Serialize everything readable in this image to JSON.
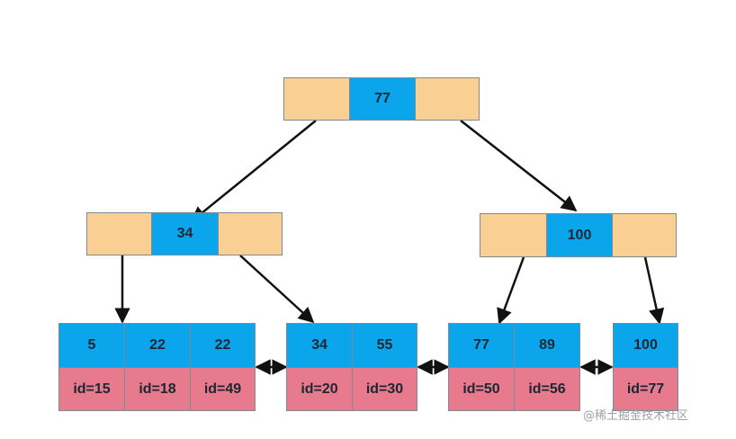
{
  "tree": {
    "root": {
      "key": "77"
    },
    "internal": [
      {
        "key": "34"
      },
      {
        "key": "100"
      }
    ],
    "leaves": [
      {
        "keys": [
          "5",
          "22",
          "22"
        ],
        "ids": [
          "id=15",
          "id=18",
          "id=49"
        ]
      },
      {
        "keys": [
          "34",
          "55"
        ],
        "ids": [
          "id=20",
          "id=30"
        ]
      },
      {
        "keys": [
          "77",
          "89"
        ],
        "ids": [
          "id=50",
          "id=56"
        ]
      },
      {
        "keys": [
          "100"
        ],
        "ids": [
          "id=77"
        ]
      }
    ]
  },
  "colors": {
    "pointer_cell": "#f9cf94",
    "key_cell": "#0aa5ea",
    "record_cell": "#e77a8d",
    "arrow": "#111111"
  },
  "watermark": "@稀土掘金技术社区"
}
